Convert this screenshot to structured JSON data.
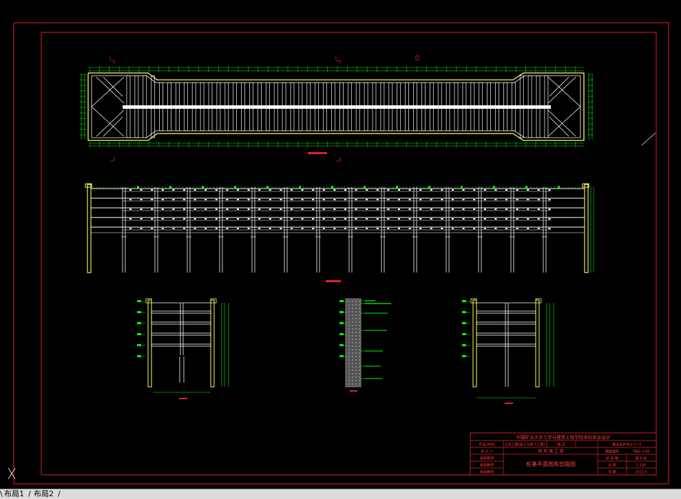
{
  "colors": {
    "background": "#000000",
    "frame": "#e0202a",
    "drawing": "#ffffff",
    "dims": "#00ff00",
    "accent": "#ffff66"
  },
  "tabs": [
    "布局1",
    "布局2"
  ],
  "title_block": {
    "school_title": "中国矿业大学力学与建筑工程学院本科毕业设计",
    "row1": [
      "专业(方向)",
      "土木工程(岩土与地下工程)",
      "题 目",
      "基坑支护设计 1~3"
    ],
    "row2_left": "设 计 人",
    "row2_center": "结 构 施 工 图",
    "designer": "",
    "reviewer": "指导教师",
    "checker": "指导教师",
    "approver": "指导教师",
    "drawing_name": "桩基平面图和剖面图",
    "right_labels": [
      "图纸编号",
      "总 张 数",
      "比 例",
      "日 期"
    ],
    "right_values": [
      "TKJG-2-06",
      "第 6 张",
      "1:100",
      "2013.6"
    ]
  },
  "icons": [
    "ucs-icon"
  ]
}
